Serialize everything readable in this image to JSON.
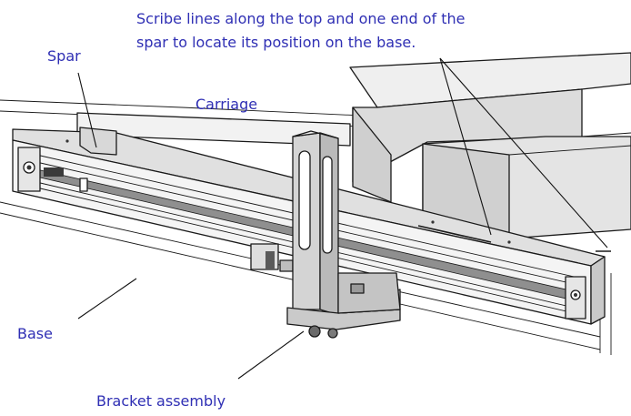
{
  "labels": {
    "note_line1": "Scribe lines along the top and one end of the",
    "note_line2": "spar to locate its position on the base.",
    "spar": "Spar",
    "carriage": "Carriage",
    "base": "Base",
    "bracket": "Bracket assembly"
  },
  "colors": {
    "label_text": "#2f2fb4",
    "line_art": "#1a1a1a",
    "shade_light": "#e9e9e9",
    "shade_mid": "#d2d2d2",
    "shade_dark": "#b5b5b5"
  }
}
